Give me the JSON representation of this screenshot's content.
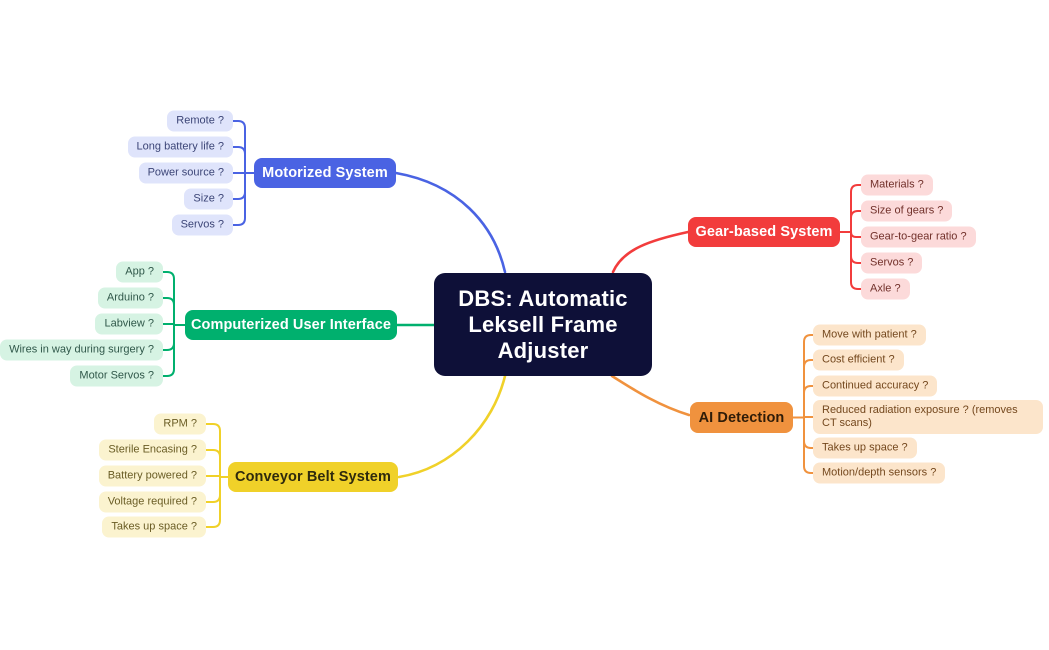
{
  "canvas_background": "#ffffff",
  "central": {
    "title": "DBS: Automatic Leksell Frame Adjuster",
    "bg_color": "#0e1038",
    "text_color": "#ffffff"
  },
  "branches": [
    {
      "id": "motorized",
      "label": "Motorized System",
      "color": "#4a63e3",
      "label_color": "#ffffff",
      "child_bg": "#dfe4fb",
      "child_text": "#3c4577",
      "children": [
        "Remote ?",
        "Long battery life ?",
        "Power source ?",
        "Size ?",
        "Servos ?"
      ]
    },
    {
      "id": "gear",
      "label": "Gear-based System",
      "color": "#f23c3c",
      "label_color": "#ffffff",
      "child_bg": "#fcdada",
      "child_text": "#71302a",
      "children": [
        "Materials ?",
        "Size of gears ?",
        "Gear-to-gear ratio ?",
        "Servos ?",
        "Axle ?"
      ]
    },
    {
      "id": "computerized",
      "label": "Computerized User Interface",
      "color": "#00b06e",
      "label_color": "#ffffff",
      "child_bg": "#d6f3e3",
      "child_text": "#30584a",
      "children": [
        "App ?",
        "Arduino ?",
        "Labview ?",
        "Wires in way during surgery ?",
        "Motor Servos ?"
      ]
    },
    {
      "id": "conveyor",
      "label": "Conveyor Belt System",
      "color": "#f0d129",
      "label_color": "#2f2a0d",
      "child_bg": "#fbf3cf",
      "child_text": "#6a5d25",
      "children": [
        "RPM ?",
        "Sterile Encasing ?",
        "Battery powered ?",
        "Voltage required ?",
        "Takes up space ?"
      ]
    },
    {
      "id": "ai",
      "label": "AI Detection",
      "color": "#f0923e",
      "label_color": "#2f1c08",
      "child_bg": "#fce5cb",
      "child_text": "#74481e",
      "children": [
        "Move with patient ?",
        "Cost efficient ?",
        "Continued accuracy ?",
        "Reduced radiation exposure ? (removes CT scans)",
        "Takes up space ?",
        "Motion/depth sensors ?"
      ]
    }
  ]
}
